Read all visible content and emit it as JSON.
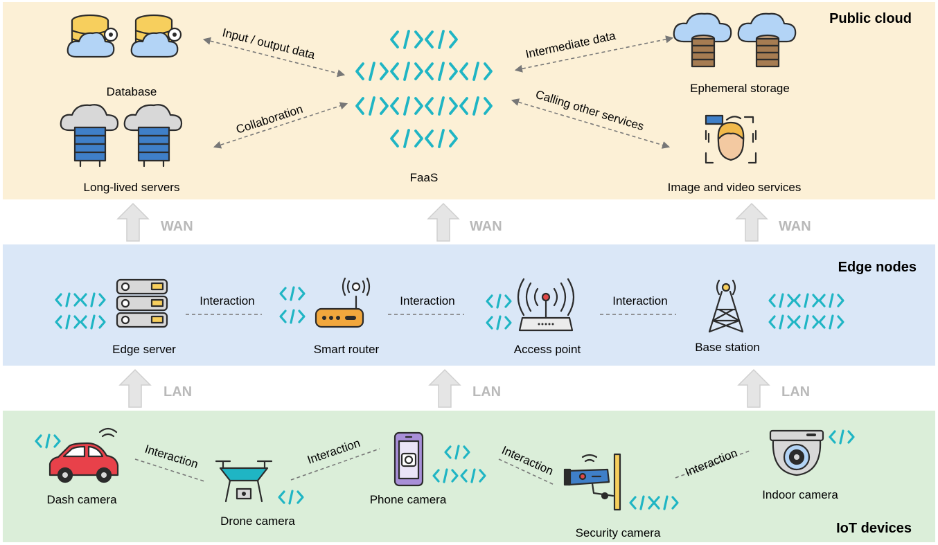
{
  "layers": {
    "cloud": {
      "title": "Public cloud",
      "bg": "#fcf0d6"
    },
    "edge": {
      "title": "Edge nodes",
      "bg": "#dae7f7"
    },
    "iot": {
      "title": "IoT devices",
      "bg": "#dbeed9"
    }
  },
  "links": {
    "wan": "WAN",
    "lan": "LAN",
    "arrow_color": "#e5e5e5"
  },
  "cloud": {
    "database": "Database",
    "servers": "Long-lived servers",
    "faas": "FaaS",
    "storage": "Ephemeral storage",
    "image_services": "Image and video services",
    "edge_io": "Input / output data",
    "edge_collab": "Collaboration",
    "edge_inter": "Intermediate data",
    "edge_calling": "Calling other services"
  },
  "edge": {
    "edge_server": "Edge server",
    "smart_router": "Smart router",
    "access_point": "Access point",
    "base_station": "Base station",
    "interaction": "Interaction"
  },
  "iot": {
    "dash_camera": "Dash camera",
    "drone_camera": "Drone camera",
    "phone_camera": "Phone camera",
    "security_camera": "Security camera",
    "indoor_camera": "Indoor camera",
    "interaction": "Interaction"
  },
  "colors": {
    "code": "#1fb5c4",
    "cloud_fill": "#b3d4f6",
    "db_fill": "#f7cf5d",
    "server_fill": "#3f7fc8"
  }
}
